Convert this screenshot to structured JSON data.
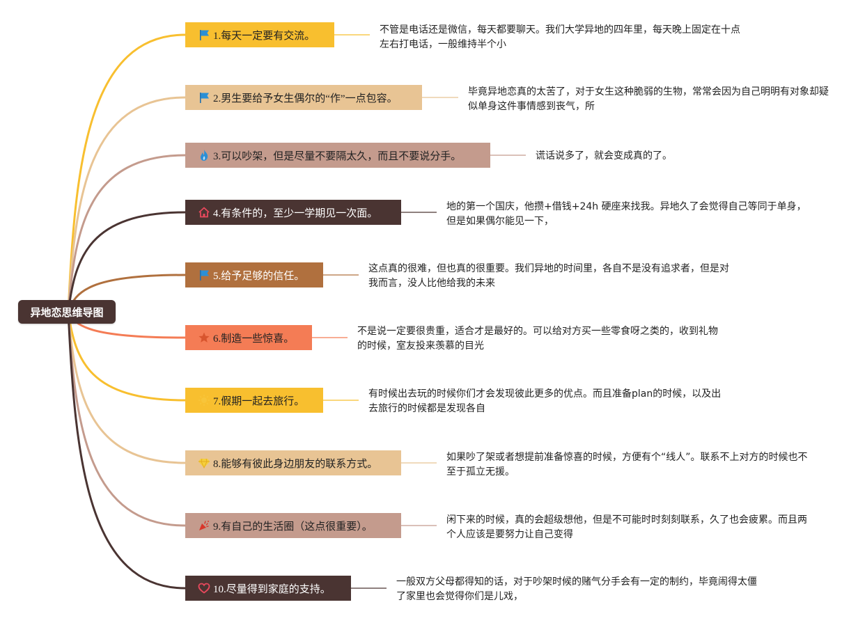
{
  "root": {
    "label": "异地恋思维导图"
  },
  "branches": [
    {
      "label": "1.每天一定要有交流。",
      "icon": "flag-icon",
      "color": "#f8bf2f",
      "dark": false,
      "note": "不管是电话还是微信，每天都要聊天。我们大学异地的四年里，每天晚上固定在十点左右打电话，一般维持半个小"
    },
    {
      "label": "2.男生要给予女生偶尔的“作”一点包容。",
      "icon": "flag-icon",
      "color": "#e8c494",
      "dark": false,
      "note": "毕竟异地恋真的太苦了，对于女生这种脆弱的生物，常常会因为自己明明有对象却疑似单身这件事情感到丧气，所"
    },
    {
      "label": "3.可以吵架，但是尽量不要隔太久，而且不要说分手。",
      "icon": "fire-icon",
      "color": "#c49b8d",
      "dark": false,
      "note": "谎话说多了，就会变成真的了。"
    },
    {
      "label": "4.有条件的，至少一学期见一次面。",
      "icon": "home-icon",
      "color": "#4a3432",
      "dark": true,
      "note": "地的第一个国庆，他攒+借钱+24h 硬座来找我。异地久了会觉得自己等同于单身，但是如果偶尔能见一下，"
    },
    {
      "label": "5.给予足够的信任。",
      "icon": "flag-icon",
      "color": "#b0703e",
      "dark": true,
      "note": "这点真的很难，但也真的很重要。我们异地的时间里，各自不是没有追求者，但是对我而言，没人比他给我的未来"
    },
    {
      "label": "6.制造一些惊喜。",
      "icon": "star-icon",
      "color": "#f47c55",
      "dark": false,
      "note": "不是说一定要很贵重，适合才是最好的。可以给对方买一些零食呀之类的，收到礼物的时候，室友投来羡慕的目光"
    },
    {
      "label": "7.假期一起去旅行。",
      "icon": "sun-icon",
      "color": "#f8bf2f",
      "dark": false,
      "note": "有时候出去玩的时候你们才会发现彼此更多的优点。而且准备plan的时候，以及出去旅行的时候都是发现各自"
    },
    {
      "label": "8.能够有彼此身边朋友的联系方式。",
      "icon": "diamond-icon",
      "color": "#e8c494",
      "dark": false,
      "note": "如果吵了架或者想提前准备惊喜的时候，方便有个“线人”。联系不上对方的时候也不至于孤立无援。"
    },
    {
      "label": "9.有自己的生活圈（这点很重要）。",
      "icon": "party-icon",
      "color": "#c49b8d",
      "dark": false,
      "note": "闲下来的时候，真的会超级想他，但是不可能时时刻刻联系，久了也会疲累。而且两个人应该是要努力让自己变得"
    },
    {
      "label": "10.尽量得到家庭的支持。",
      "icon": "heart-icon",
      "color": "#4a3432",
      "dark": true,
      "note": "一般双方父母都得知的话，对于吵架时候的赌气分手会有一定的制约，毕竟闹得太僵了家里也会觉得你们是儿戏，"
    }
  ]
}
